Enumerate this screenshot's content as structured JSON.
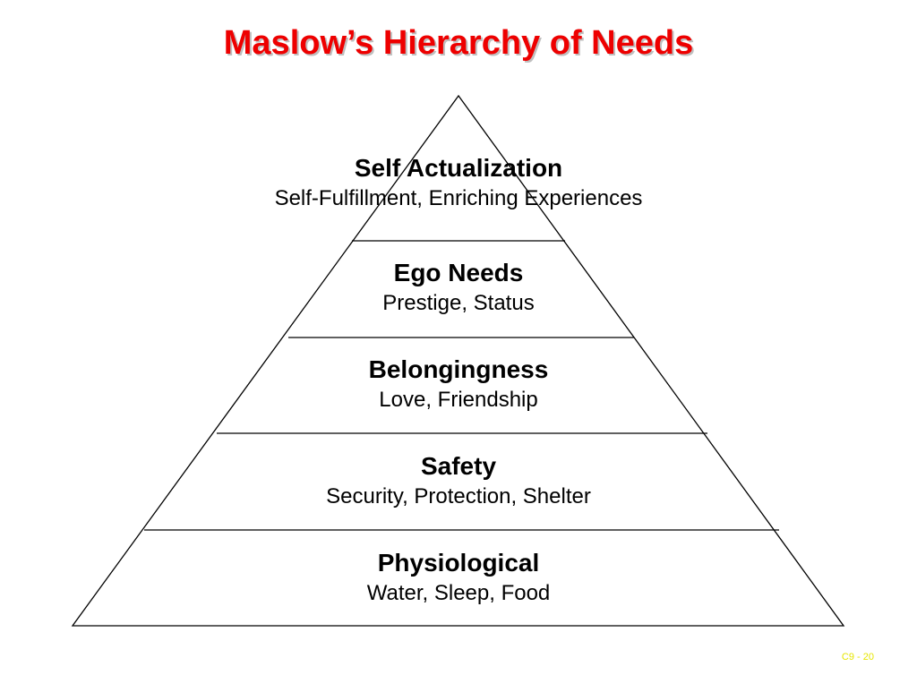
{
  "slide": {
    "title": "Maslow’s Hierarchy of Needs",
    "slide_number": "C9 - 20",
    "colors": {
      "title": "#ee0000",
      "text": "#000000",
      "lines": "#000000",
      "slide_number": "#e6e600"
    }
  },
  "pyramid": {
    "levels": [
      {
        "name": "Self Actualization",
        "description": "Self-Fulfillment, Enriching Experiences"
      },
      {
        "name": "Ego Needs",
        "description": "Prestige, Status"
      },
      {
        "name": "Belongingness",
        "description": "Love, Friendship"
      },
      {
        "name": "Safety",
        "description": "Security, Protection, Shelter"
      },
      {
        "name": "Physiological",
        "description": "Water, Sleep, Food"
      }
    ]
  }
}
